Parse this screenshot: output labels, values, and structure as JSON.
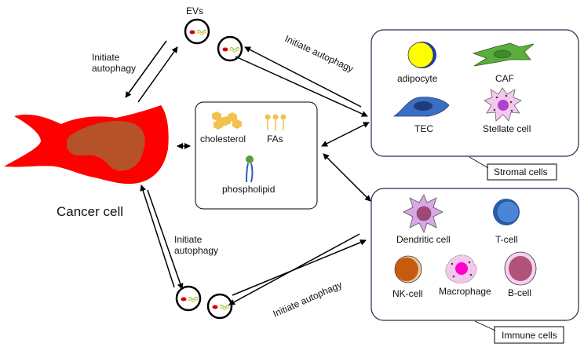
{
  "labels": {
    "evs": "EVs",
    "initiate_autophagy": "Initiate autophagy",
    "initiate_line1": "Initiate",
    "autophagy_line2": "autophagy",
    "cancer_cell": "Cancer cell",
    "cholesterol": "cholesterol",
    "fas": "FAs",
    "phospholipid": "phospholipid",
    "adipocyte": "adipocyte",
    "caf": "CAF",
    "tec": "TEC",
    "stellate_cell": "Stellate cell",
    "stromal_cells": "Stromal cells",
    "dendritic_cell": "Dendritic cell",
    "t_cell": "T-cell",
    "nk_cell": "NK-cell",
    "macrophage": "Macrophage",
    "b_cell": "B-cell",
    "immune_cells": "Immune cells"
  },
  "colors": {
    "cancer_body": "#ff0000",
    "cancer_nucleus": "#b5522a",
    "lipid_yellow": "#f2c14e",
    "phospholipid_head": "#5a9e3a",
    "phospholipid_tail": "#2f5fb0",
    "adipocyte_fill": "#ffff00",
    "caf_fill": "#5cae3c",
    "tec_fill": "#3a6fc4",
    "stellate_fill": "#f4c8ee",
    "dendritic_fill": "#d9a7e8",
    "tcell_fill": "#4a86d6",
    "nkcell_fill": "#c85a10",
    "macrophage_fill": "#f0a0d0",
    "bcell_fill": "#b0527a"
  }
}
